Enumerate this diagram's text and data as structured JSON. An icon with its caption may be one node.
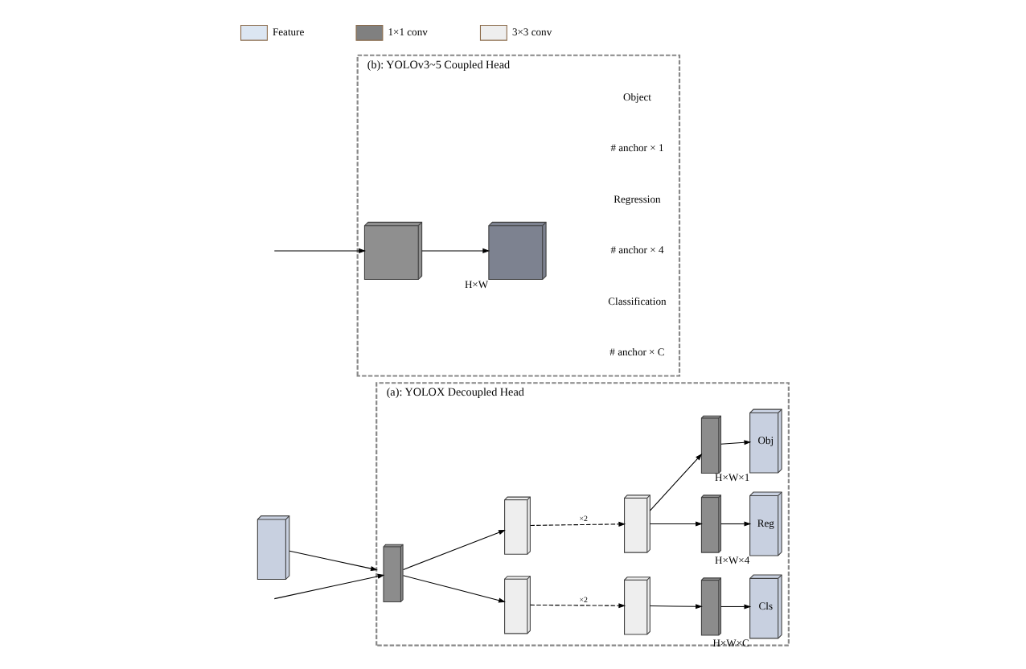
{
  "diagram": {
    "nodes": [
      {
        "text": [],
        "shape": "box"
      },
      {
        "text": [
          "(a): YOLOX Decoupled Head"
        ]
      },
      {
        "text": [],
        "shape": "box",
        "in": 1
      },
      {
        "text": [],
        "shape": "box",
        "in": 1
      },
      {
        "text": [],
        "shape": "box",
        "in": 1
      },
      {
        "text": [],
        "shape": "box",
        "in": 1
      },
      {
        "text": [],
        "shape": "box",
        "in": 1
      },
      {
        "text": [],
        "shape": "box",
        "in": 1
      },
      {
        "text": [
          "Cls"
        ],
        "beside": [
          "H×W×C"
        ],
        "in": 1
      },
      {
        "text": [],
        "shape": "box",
        "in": 1
      },
      {
        "text": [
          "Reg"
        ],
        "beside": [
          "H×W×4"
        ],
        "in": 1
      },
      {
        "text": [],
        "shape": "box",
        "in": 1
      },
      {
        "text": [
          "Obj"
        ],
        "beside": [
          "H×W×1"
        ],
        "in": 1
      },
      {
        "text": [
          "(b): YOLOv3~5 Coupled Head"
        ]
      },
      {
        "text": [],
        "shape": "box",
        "in": 13
      },
      {
        "text": [],
        "shape": "box",
        "in": 13,
        "beside": [
          "H×W"
        ]
      }
    ],
    "edges": [
      {
        "from": 0,
        "to": 1,
        "arrow": "to"
      },
      {
        "from": null,
        "to": 2,
        "arrow": "to"
      },
      {
        "from": 2,
        "to": 3,
        "arrow": "to"
      },
      {
        "from": 2,
        "to": 5,
        "arrow": "to"
      },
      {
        "from": 3,
        "to": 4,
        "arrow": "to",
        "style": "dashed",
        "label": "×2"
      },
      {
        "from": 5,
        "to": 6,
        "arrow": "to",
        "style": "dashed",
        "label": "×2"
      },
      {
        "from": 4,
        "to": 7,
        "arrow": "to"
      },
      {
        "from": 7,
        "to": 8,
        "arrow": "to"
      },
      {
        "from": 6,
        "to": 9,
        "arrow": "to"
      },
      {
        "from": 6,
        "to": 11,
        "arrow": "to"
      },
      {
        "from": 9,
        "to": 10,
        "arrow": "to"
      },
      {
        "from": 11,
        "to": 12,
        "arrow": "to"
      },
      {
        "from": null,
        "to": 14,
        "arrow": "to"
      },
      {
        "from": 14,
        "to": 15,
        "arrow": "to"
      }
    ],
    "labels": [
      "# anchor × C",
      "Classification",
      "# anchor × 4",
      "Regression",
      "# anchor × 1",
      "Object"
    ],
    "legend": [
      {
        "text": "Feature",
        "color": "#dce6f2"
      },
      {
        "text": "1×1 conv",
        "color": "#808080"
      },
      {
        "text": "3×3 conv",
        "color": "#eeeeee"
      }
    ]
  }
}
